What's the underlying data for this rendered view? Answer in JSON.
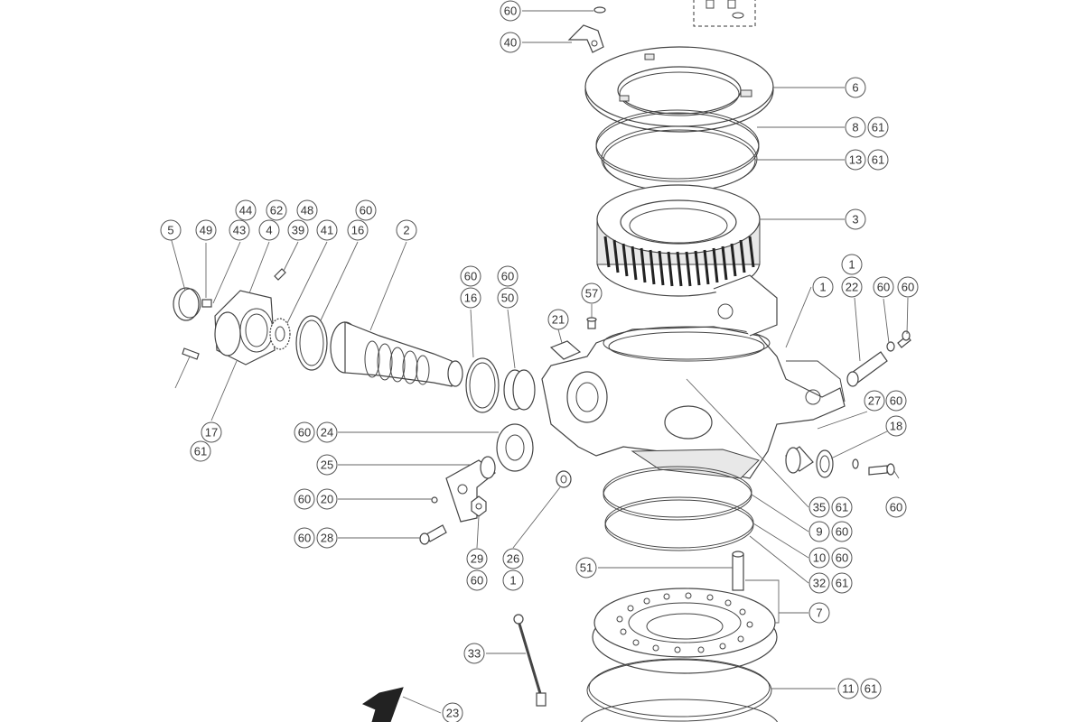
{
  "callouts": [
    {
      "id": "c-60-top",
      "label": "60"
    },
    {
      "id": "c-40",
      "label": "40"
    },
    {
      "id": "c-6",
      "label": "6"
    },
    {
      "id": "c-8",
      "label": "8"
    },
    {
      "id": "c-61-a",
      "label": "61"
    },
    {
      "id": "c-13",
      "label": "13"
    },
    {
      "id": "c-61-b",
      "label": "61"
    },
    {
      "id": "c-3",
      "label": "3"
    },
    {
      "id": "c-44",
      "label": "44"
    },
    {
      "id": "c-62",
      "label": "62"
    },
    {
      "id": "c-48",
      "label": "48"
    },
    {
      "id": "c-60-b",
      "label": "60"
    },
    {
      "id": "c-5",
      "label": "5"
    },
    {
      "id": "c-49",
      "label": "49"
    },
    {
      "id": "c-43",
      "label": "43"
    },
    {
      "id": "c-4",
      "label": "4"
    },
    {
      "id": "c-39",
      "label": "39"
    },
    {
      "id": "c-41",
      "label": "41"
    },
    {
      "id": "c-16-a",
      "label": "16"
    },
    {
      "id": "c-2",
      "label": "2"
    },
    {
      "id": "c-1-a",
      "label": "1"
    },
    {
      "id": "c-22",
      "label": "22"
    },
    {
      "id": "c-60-c",
      "label": "60"
    },
    {
      "id": "c-60-d",
      "label": "60"
    },
    {
      "id": "c-1-b",
      "label": "1"
    },
    {
      "id": "c-60-e",
      "label": "60"
    },
    {
      "id": "c-60-f",
      "label": "60"
    },
    {
      "id": "c-16-b",
      "label": "16"
    },
    {
      "id": "c-50",
      "label": "50"
    },
    {
      "id": "c-57",
      "label": "57"
    },
    {
      "id": "c-21",
      "label": "21"
    },
    {
      "id": "c-27",
      "label": "27"
    },
    {
      "id": "c-60-g",
      "label": "60"
    },
    {
      "id": "c-18",
      "label": "18"
    },
    {
      "id": "c-17",
      "label": "17"
    },
    {
      "id": "c-61-c",
      "label": "61"
    },
    {
      "id": "c-60-h",
      "label": "60"
    },
    {
      "id": "c-24",
      "label": "24"
    },
    {
      "id": "c-25",
      "label": "25"
    },
    {
      "id": "c-60-i",
      "label": "60"
    },
    {
      "id": "c-20",
      "label": "20"
    },
    {
      "id": "c-60-j",
      "label": "60"
    },
    {
      "id": "c-28",
      "label": "28"
    },
    {
      "id": "c-35",
      "label": "35"
    },
    {
      "id": "c-61-d",
      "label": "61"
    },
    {
      "id": "c-9",
      "label": "9"
    },
    {
      "id": "c-60-k",
      "label": "60"
    },
    {
      "id": "c-60-l",
      "label": "60"
    },
    {
      "id": "c-10",
      "label": "10"
    },
    {
      "id": "c-60-m",
      "label": "60"
    },
    {
      "id": "c-29",
      "label": "29"
    },
    {
      "id": "c-60-n",
      "label": "60"
    },
    {
      "id": "c-26",
      "label": "26"
    },
    {
      "id": "c-1-c",
      "label": "1"
    },
    {
      "id": "c-51",
      "label": "51"
    },
    {
      "id": "c-32",
      "label": "32"
    },
    {
      "id": "c-61-e",
      "label": "61"
    },
    {
      "id": "c-7",
      "label": "7"
    },
    {
      "id": "c-33",
      "label": "33"
    },
    {
      "id": "c-11",
      "label": "11"
    },
    {
      "id": "c-61-f",
      "label": "61"
    },
    {
      "id": "c-23",
      "label": "23"
    }
  ]
}
